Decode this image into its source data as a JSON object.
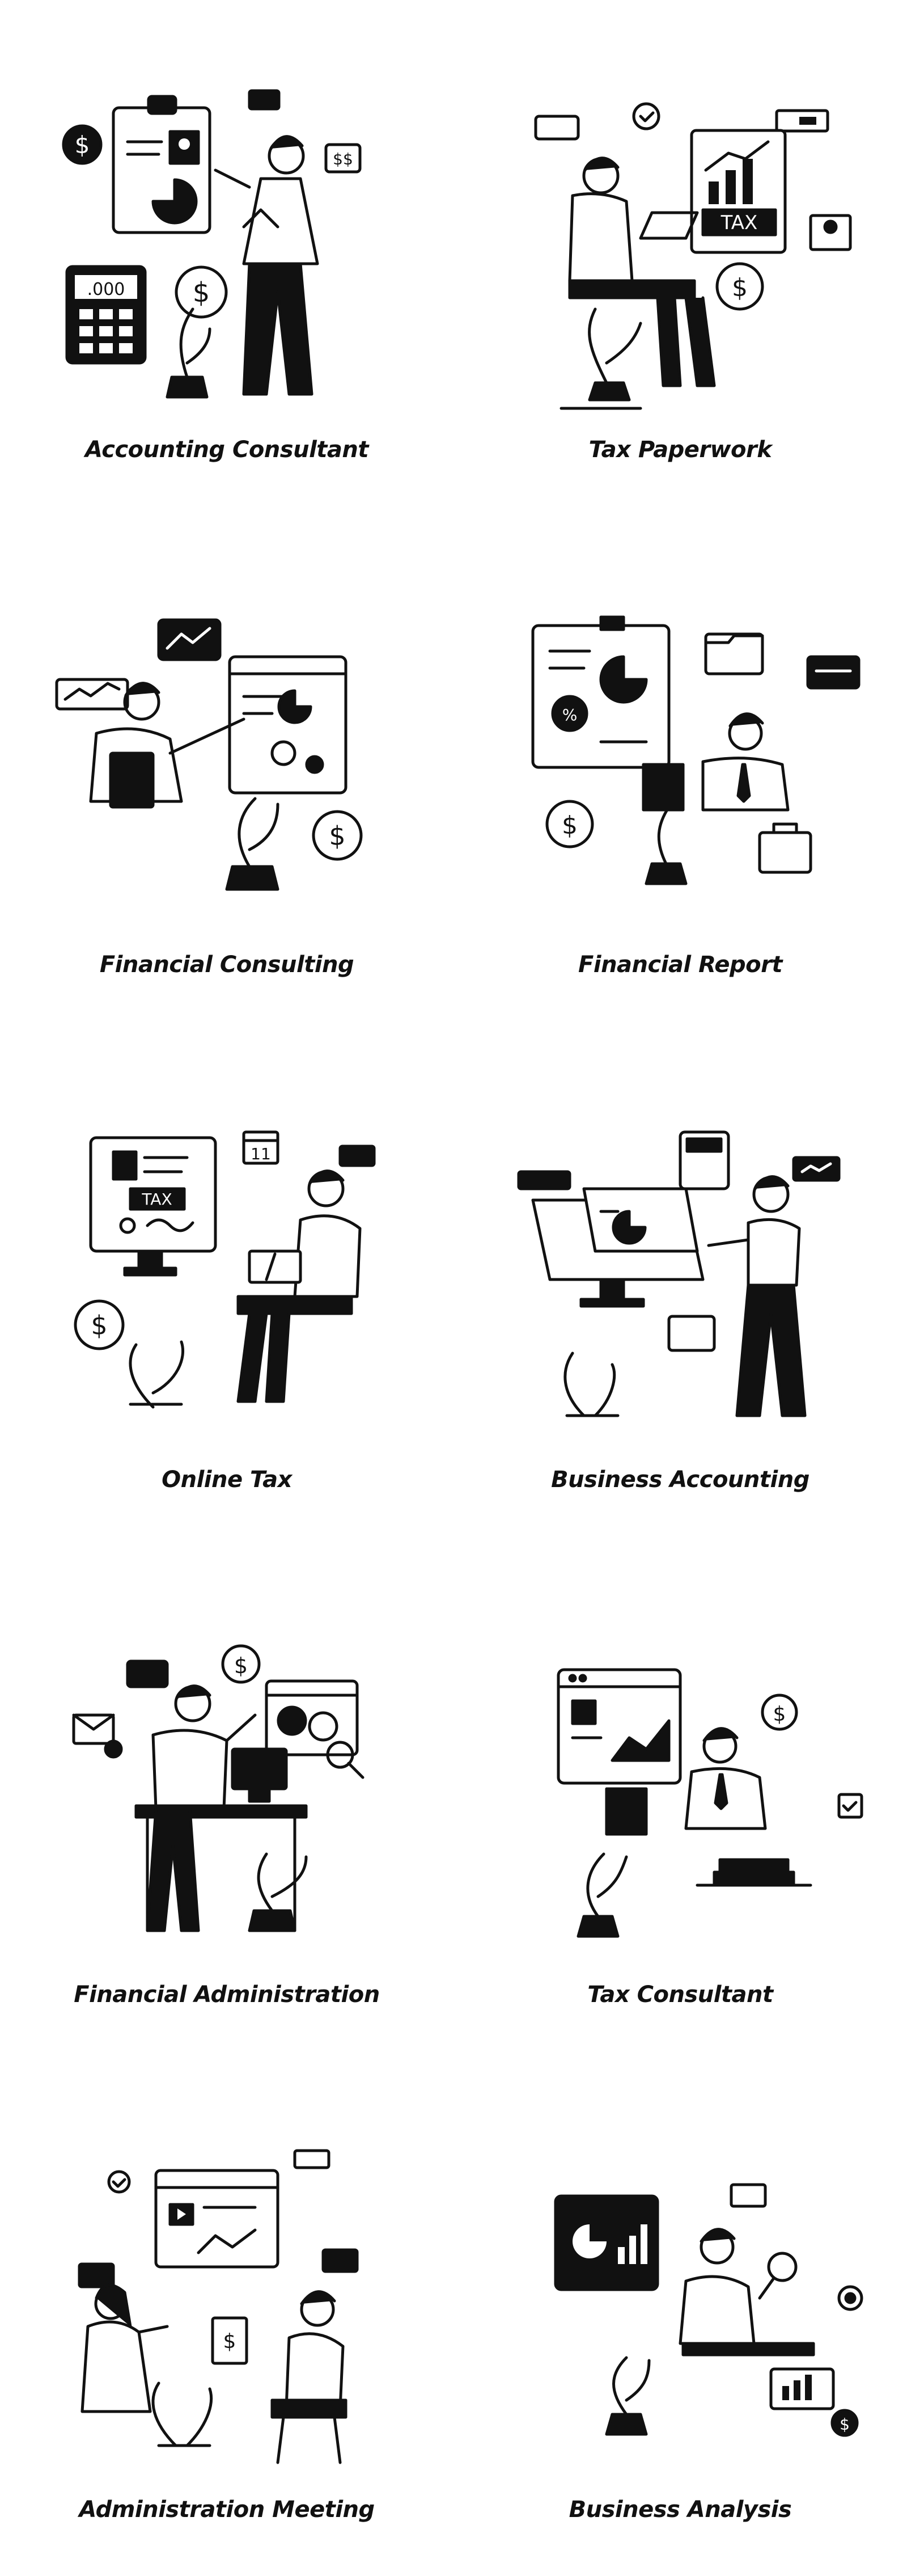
{
  "illustrations": [
    {
      "title": "Accounting Consultant",
      "icon": "accounting-consultant-illustration"
    },
    {
      "title": "Tax Paperwork",
      "icon": "tax-paperwork-illustration"
    },
    {
      "title": "Financial Consulting",
      "icon": "financial-consulting-illustration"
    },
    {
      "title": "Financial Report",
      "icon": "financial-report-illustration"
    },
    {
      "title": "Online Tax",
      "icon": "online-tax-illustration"
    },
    {
      "title": "Business Accounting",
      "icon": "business-accounting-illustration"
    },
    {
      "title": "Financial Administration",
      "icon": "financial-administration-illustration"
    },
    {
      "title": "Tax Consultant",
      "icon": "tax-consultant-illustration"
    },
    {
      "title": "Administration Meeting",
      "icon": "administration-meeting-illustration"
    },
    {
      "title": "Business Analysis",
      "icon": "business-analysis-illustration"
    }
  ],
  "labels": {
    "calculator_display": ".000",
    "currency_pair": "$$",
    "dollar": "$",
    "tax": "TAX",
    "calendar_day": "11"
  },
  "colors": {
    "ink": "#111111",
    "background": "#ffffff"
  }
}
